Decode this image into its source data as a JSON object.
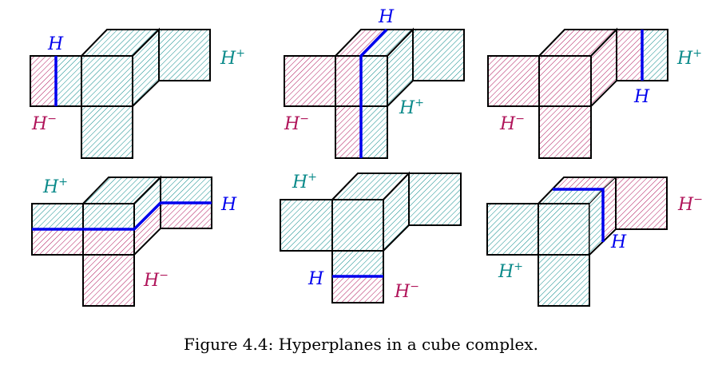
{
  "caption": "Figure 4.4: Hyperplanes in a cube complex.",
  "labels": {
    "hyperplane": "H",
    "plus_side": "+",
    "minus_side": "−"
  },
  "colors": {
    "positive_hatch": "#0a8a8a",
    "negative_hatch": "#b0145a",
    "hyperplane": "#0000ee",
    "edge": "#000000"
  },
  "panels": [
    {
      "id": 1,
      "sides": [
        "H",
        "H+",
        "H−"
      ]
    },
    {
      "id": 2,
      "sides": [
        "H",
        "H+",
        "H−"
      ]
    },
    {
      "id": 3,
      "sides": [
        "H",
        "H+",
        "H−"
      ]
    },
    {
      "id": 4,
      "sides": [
        "H",
        "H+",
        "H−"
      ]
    },
    {
      "id": 5,
      "sides": [
        "H",
        "H+",
        "H−"
      ]
    },
    {
      "id": 6,
      "sides": [
        "H",
        "H+",
        "H−"
      ]
    }
  ]
}
